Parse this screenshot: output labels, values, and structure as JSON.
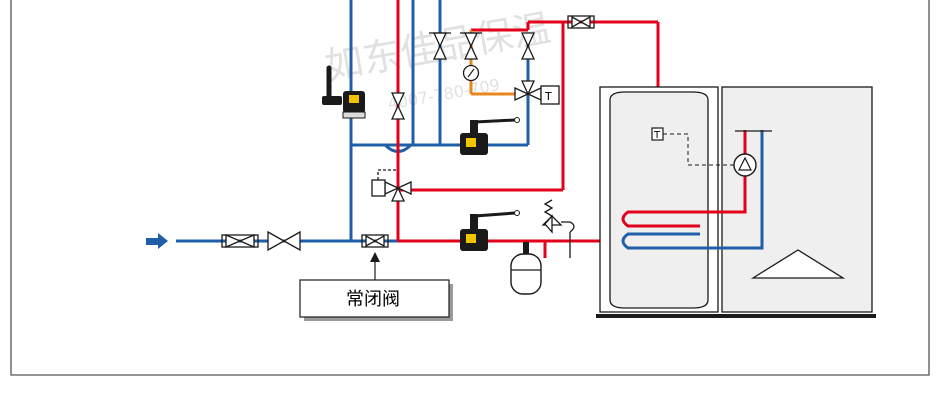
{
  "diagram": {
    "callout_label": "常闭阀",
    "temp_sensor_symbol": "T",
    "thermostat_symbol": "T"
  },
  "watermark": {
    "text": "如东佳品保温",
    "phone": "4007-780-709"
  },
  "colors": {
    "cold_pipe": "#1f5fa8",
    "hot_pipe": "#e3001b",
    "return_pipe": "#e8871e",
    "outline": "#1a1a1a",
    "tank_fill": "#efefef",
    "frame": "#555555"
  }
}
